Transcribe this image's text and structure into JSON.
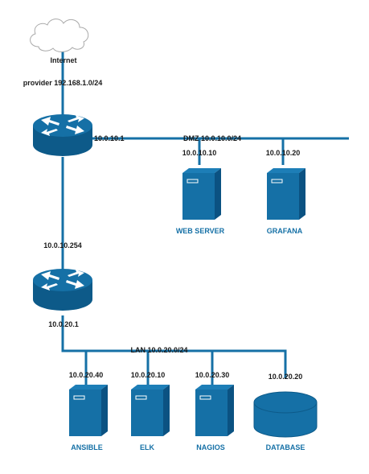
{
  "internet": {
    "label": "Internet"
  },
  "provider": {
    "label": "provider 192.168.1.0/24"
  },
  "router1": {
    "ip_right": "10.0.10.1"
  },
  "dmz": {
    "label": "DMZ 10.0.10.0/24",
    "servers": [
      {
        "ip": "10.0.10.10",
        "name": "WEB SERVER"
      },
      {
        "ip": "10.0.10.20",
        "name": "GRAFANA"
      }
    ]
  },
  "router2": {
    "ip_top": "10.0.10.254",
    "ip_bottom": "10.0.20.1"
  },
  "lan": {
    "label": "LAN 10.0.20.0/24",
    "servers": [
      {
        "ip": "10.0.20.40",
        "name": "ANSIBLE"
      },
      {
        "ip": "10.0.20.10",
        "name": "ELK"
      },
      {
        "ip": "10.0.20.30",
        "name": "NAGIOS"
      }
    ],
    "database": {
      "ip": "10.0.20.20",
      "name": "DATABASE"
    }
  },
  "colors": {
    "primary": "#1570a6",
    "dark": "#0d5c8c",
    "line": "#1570a6"
  }
}
